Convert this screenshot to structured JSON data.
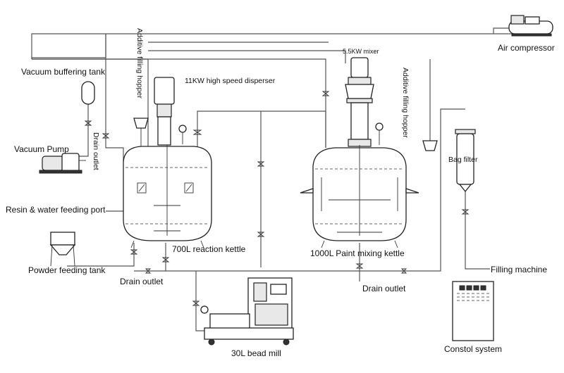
{
  "labels": {
    "vacuum_buffering_tank": "Vacuum buffering tank",
    "vacuum_pump": "Vacuum Pump",
    "drain_outlet_vertical": "Drain outlet",
    "additive_hopper_left": "Additive filling hopper",
    "disperser": "11KW high speed disperser",
    "mixer": "5.5KW mixer",
    "additive_hopper_right": "Additive filling hopper",
    "air_compressor": "Air compressor",
    "bag_filter": "Bag filter",
    "resin_feeding": "Resin & water feeding port",
    "reaction_kettle": "700L reaction kettle",
    "paint_kettle": "1000L Paint mixing kettle",
    "powder_tank": "Powder feeding tank",
    "drain_outlet_left": "Drain outlet",
    "drain_outlet_right": "Drain outlet",
    "filling_machine": "Filling machine",
    "bead_mill": "30L bead mill",
    "control_system": "Constol system"
  }
}
